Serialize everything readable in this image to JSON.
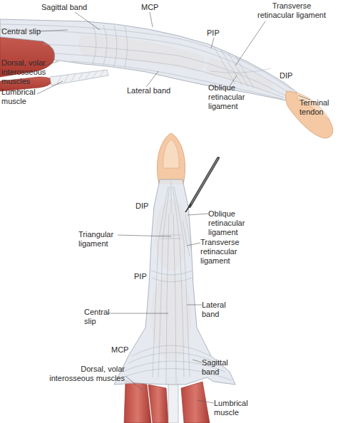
{
  "diagram": {
    "labels": [
      "Sagittal band",
      "MCP",
      "Central slip",
      "PIP",
      "Transverse retinacular ligament",
      "DIP",
      "Dorsal, volar interosseous muscles",
      "Lumbrical muscle",
      "Lateral band",
      "Oblique retinacular ligament",
      "Terminal tendon",
      "DIP",
      "Oblique retinacular ligament",
      "Triangular ligament",
      "Transverse retinacular ligament",
      "PIP",
      "Central slip",
      "Lateral band",
      "MCP",
      "Sagittal band",
      "Dorsal, volar interosseous muscles",
      "Lumbrical muscle"
    ]
  }
}
